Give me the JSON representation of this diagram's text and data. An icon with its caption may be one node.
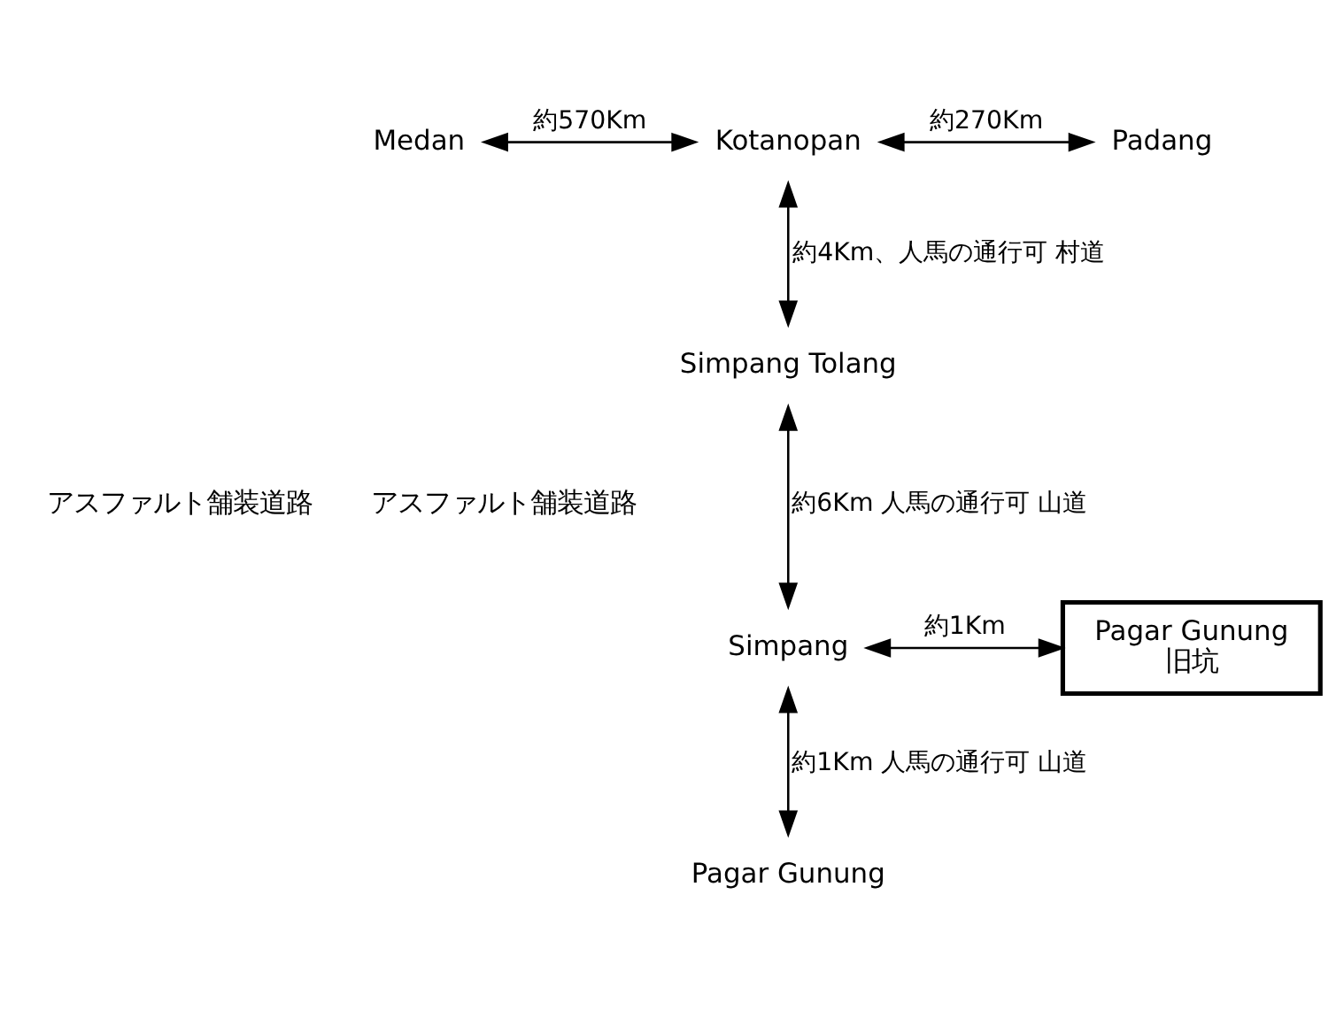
{
  "diagram": {
    "nodes": [
      {
        "text": [
          "Medan"
        ]
      },
      {
        "text": [
          "Kotanopan"
        ]
      },
      {
        "text": [
          "Padang"
        ]
      },
      {
        "text": [
          "Simpang Tolang"
        ]
      },
      {
        "text": [
          "Simpang"
        ]
      },
      {
        "text": [
          "Pagar Gunung",
          "旧坑"
        ]
      },
      {
        "text": [
          "Pagar Gunung"
        ]
      }
    ],
    "edges": [
      {
        "from": 0,
        "to": 1,
        "arrow": "both",
        "label": "約570Km"
      },
      {
        "from": 1,
        "to": 2,
        "arrow": "both",
        "label": "約270Km"
      },
      {
        "from": 1,
        "to": 3,
        "arrow": "both",
        "label": "約4Km、人馬の通行可 村道"
      },
      {
        "from": 3,
        "to": 4,
        "arrow": "both",
        "label": "約6Km 人馬の通行可 山道"
      },
      {
        "from": 4,
        "to": 5,
        "arrow": "both",
        "label": "約1Km"
      },
      {
        "from": 4,
        "to": 6,
        "arrow": "both",
        "label": "約1Km 人馬の通行可 山道"
      }
    ],
    "labels": [
      "アスファルト舗装道路",
      "アスファルト舗装道路"
    ]
  }
}
